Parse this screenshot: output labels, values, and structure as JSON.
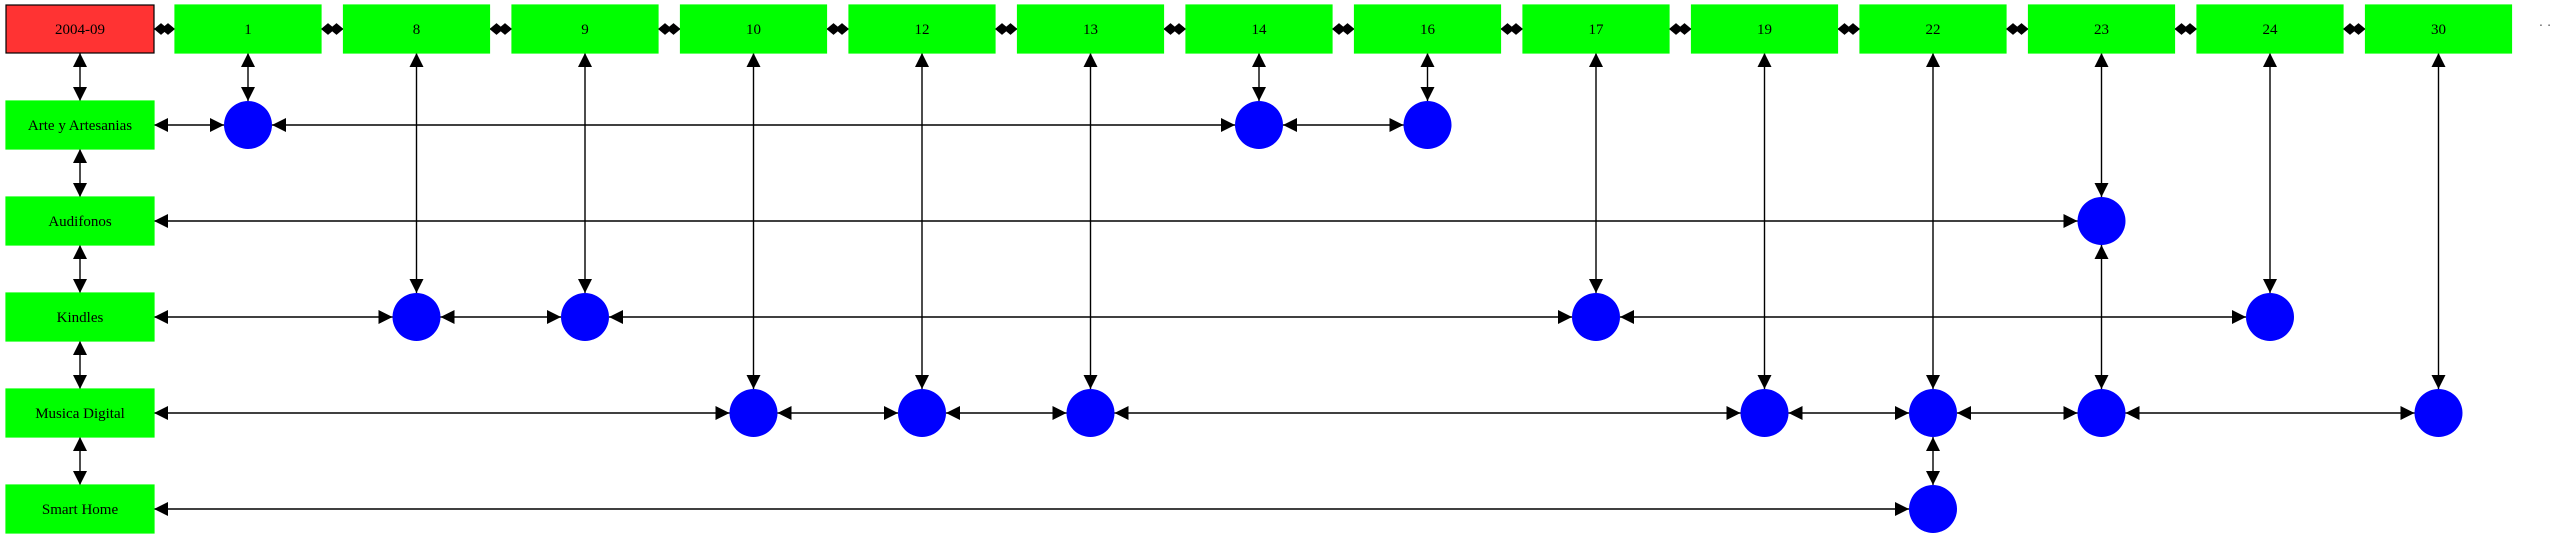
{
  "period": "2004-09",
  "days": [
    "1",
    "8",
    "9",
    "10",
    "12",
    "13",
    "14",
    "16",
    "17",
    "19",
    "22",
    "23",
    "24",
    "30"
  ],
  "categories": [
    "Arte y Artesanias",
    "Audifonos",
    "Kindles",
    "Musica Digital",
    "Smart Home"
  ],
  "events": [
    {
      "category": "Arte y Artesanias",
      "days": [
        "1",
        "14",
        "16"
      ]
    },
    {
      "category": "Audifonos",
      "days": [
        "23"
      ]
    },
    {
      "category": "Kindles",
      "days": [
        "8",
        "9",
        "17",
        "24"
      ]
    },
    {
      "category": "Musica Digital",
      "days": [
        "10",
        "12",
        "13",
        "19",
        "22",
        "23",
        "30"
      ]
    },
    {
      "category": "Smart Home",
      "days": [
        "22"
      ]
    }
  ],
  "more_indicator": "· ·",
  "colors": {
    "period_box": "#ff3333",
    "label_box": "#00ff00",
    "event_node": "#0000ff",
    "edge": "#000000"
  }
}
